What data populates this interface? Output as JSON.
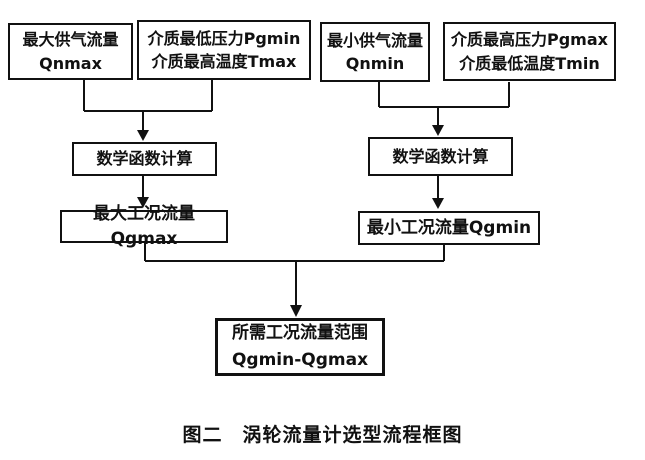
{
  "diagram": {
    "caption": "图二　涡轮流量计选型流程框图",
    "colors": {
      "ink": "#111111",
      "paper": "#ffffff"
    },
    "nodes": {
      "qnmax": {
        "line1": "最大供气流量",
        "line2": "Qnmax"
      },
      "pgmin_tmax": {
        "line1": "介质最低压力Pgmin",
        "line2": "介质最高温度Tmax"
      },
      "qnmin": {
        "line1": "最小供气流量",
        "line2": "Qnmin"
      },
      "pgmax_tmin": {
        "line1": "介质最高压力Pgmax",
        "line2": "介质最低温度Tmin"
      },
      "math_left": {
        "label": "数学函数计算"
      },
      "math_right": {
        "label": "数学函数计算"
      },
      "qgmax": {
        "label": "最大工况流量Qgmax"
      },
      "qgmin": {
        "label": "最小工况流量Qgmin"
      },
      "result": {
        "line1": "所需工况流量范围",
        "line2": "Qgmin-Qgmax"
      }
    }
  }
}
